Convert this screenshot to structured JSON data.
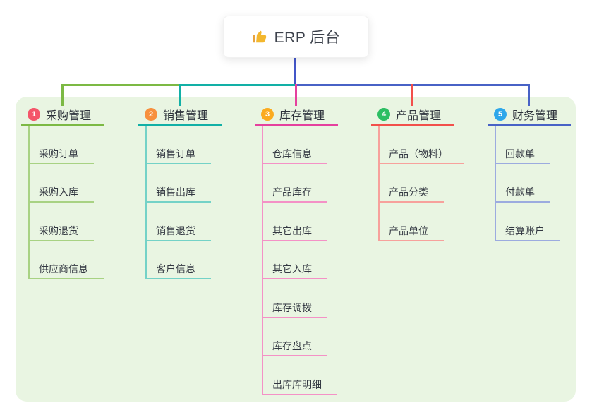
{
  "root": {
    "label": "ERP 后台",
    "icon": "thumbs-up-icon"
  },
  "branches": [
    {
      "index": "1",
      "label": "采购管理",
      "badge_color": "#f4566a",
      "line_color": "#7cb944",
      "sub_line_color": "#a8d283",
      "children": [
        "采购订单",
        "采购入库",
        "采购退货",
        "供应商信息"
      ]
    },
    {
      "index": "2",
      "label": "销售管理",
      "badge_color": "#f7903e",
      "line_color": "#12b0a6",
      "sub_line_color": "#74d2c7",
      "children": [
        "销售订单",
        "销售出库",
        "销售退货",
        "客户信息"
      ]
    },
    {
      "index": "3",
      "label": "库存管理",
      "badge_color": "#fbab1f",
      "line_color": "#e5409e",
      "sub_line_color": "#f491c6",
      "children": [
        "仓库信息",
        "产品库存",
        "其它出库",
        "其它入库",
        "库存调拨",
        "库存盘点",
        "出库库明细"
      ]
    },
    {
      "index": "4",
      "label": "产品管理",
      "badge_color": "#2cbe63",
      "line_color": "#f2504b",
      "sub_line_color": "#f7a19c",
      "children": [
        "产品（物料）",
        "产品分类",
        "产品单位"
      ]
    },
    {
      "index": "5",
      "label": "财务管理",
      "badge_color": "#2ea7ea",
      "line_color": "#4862c6",
      "sub_line_color": "#9cabdf",
      "children": [
        "回款单",
        "付款单",
        "结算账户"
      ]
    }
  ],
  "colors": {
    "panel_bg": "#e9f5e2",
    "root_stem": "#4356c8",
    "icon_gold": "#f3b72e",
    "icon_gold_dark": "#e8a33d"
  }
}
